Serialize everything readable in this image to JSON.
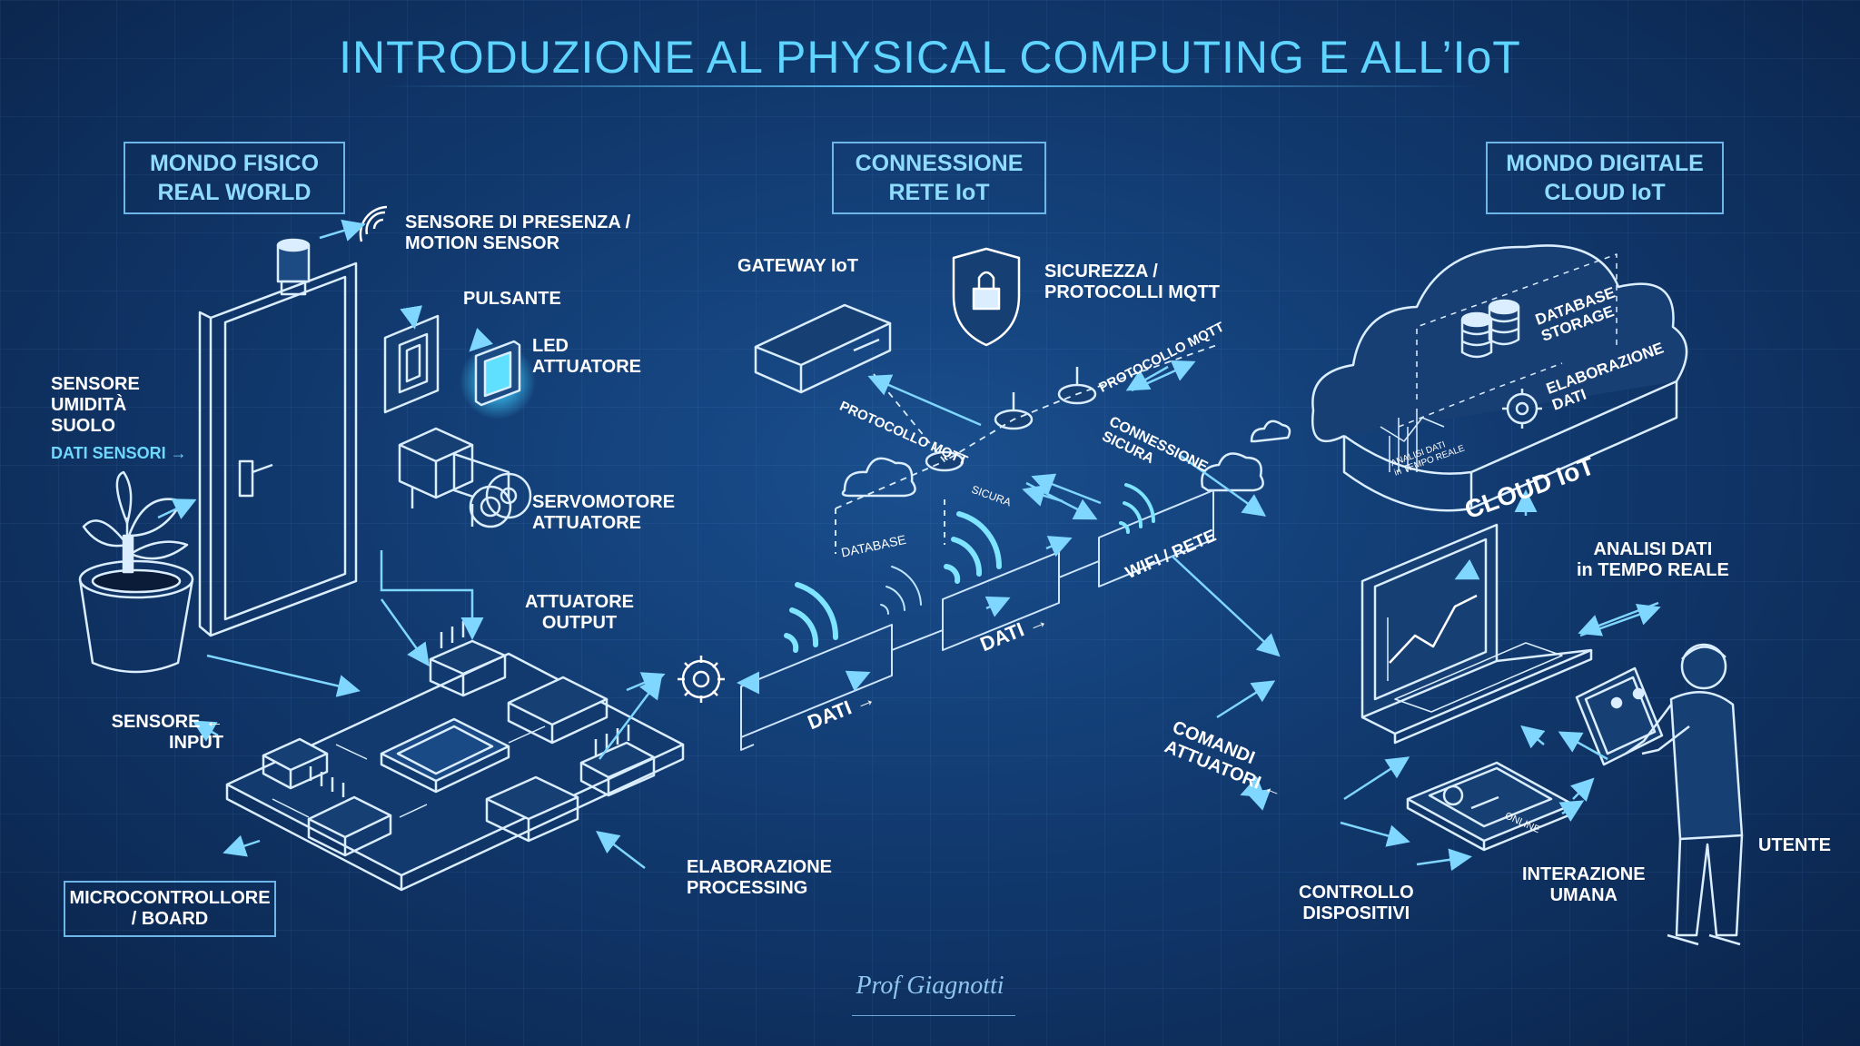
{
  "title": "INTRODUZIONE AL PHYSICAL COMPUTING E ALL’IoT",
  "signature": "Prof Giagnotti",
  "sections": {
    "physical": {
      "line1": "MONDO FISICO",
      "line2": "REAL WORLD"
    },
    "network": {
      "line1": "CONNESSIONE",
      "line2": "RETE IoT"
    },
    "digital": {
      "line1": "MONDO DIGITALE",
      "line2": "CLOUD IoT"
    }
  },
  "labels": {
    "motion_sensor": [
      "SENSORE DI PRESENZA /",
      "MOTION SENSOR"
    ],
    "button": "PULSANTE",
    "led": [
      "LED",
      "ATTUATORE"
    ],
    "soil_sensor": [
      "SENSORE",
      "UMIDITÀ",
      "SUOLO"
    ],
    "sensor_data": "DATI SENSORI →",
    "servo": [
      "SERVOMOTORE",
      "ATTUATORE"
    ],
    "actuator_output": [
      "ATTUATORE",
      "OUTPUT"
    ],
    "sensor_input": [
      "SENSORE ←",
      "INPUT"
    ],
    "microcontroller": [
      "MICROCONTROLLORE",
      "/ BOARD"
    ],
    "processing": [
      "ELABORAZIONE",
      "PROCESSING"
    ],
    "gateway": "GATEWAY IoT",
    "security": [
      "SICUREZZA /",
      "PROTOCOLLI MQTT"
    ],
    "mqtt_protocol_right": "PROTOCOLLO MQTT",
    "mqtt_protocol_left": "PROTOCOLLO MQTT",
    "secure_connection": [
      "CONNESSIONE",
      "SICURA"
    ],
    "secure_small": "SICURA",
    "database_small": "DATABASE",
    "wifi": "WIFI / RETE",
    "data_1": "DATI →",
    "data_2": "DATI →",
    "actuator_commands": [
      "COMANDI",
      "ATTUATORI ←"
    ],
    "database_storage": [
      "DATABASE",
      "STORAGE"
    ],
    "data_processing": [
      "ELABORAZIONE",
      "DATI"
    ],
    "cloud_iot": "CLOUD IoT",
    "cloud_mini": [
      "ANALISI DATI",
      "in TEMPO REALE"
    ],
    "realtime_analysis": [
      "ANALISI DATI",
      "in TEMPO REALE"
    ],
    "phone_status": "ONLINE",
    "human_interaction": [
      "INTERAZIONE",
      "UMANA"
    ],
    "device_control": [
      "CONTROLLO",
      "DISPOSITIVI"
    ],
    "user": "UTENTE"
  },
  "colors": {
    "background": "#123c73",
    "accent": "#5fd4ff",
    "line": "#dbeeff",
    "led_glow": "#3fd0ff"
  }
}
